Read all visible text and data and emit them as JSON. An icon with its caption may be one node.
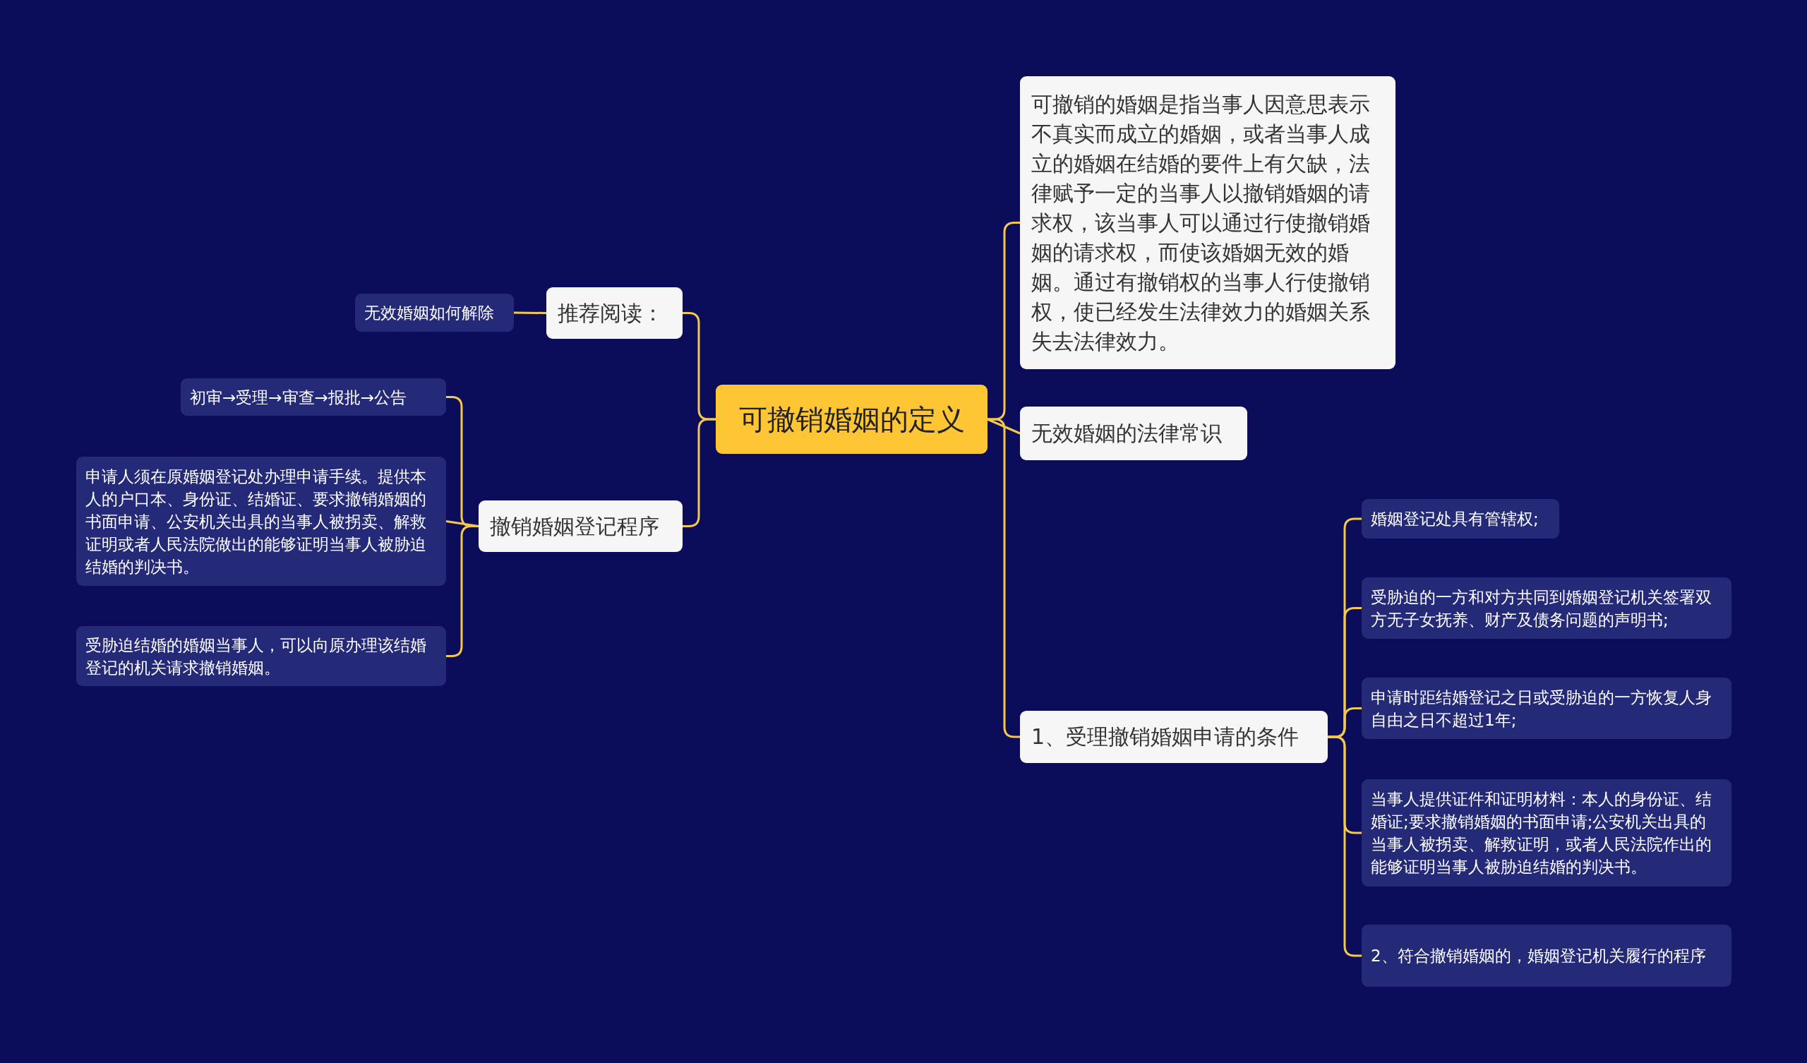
{
  "diagram": {
    "nodes": [
      {
        "text": [
          "可撤销婚姻的定义"
        ]
      },
      {
        "text": [
          "推荐阅读："
        ]
      },
      {
        "text": [
          "无效婚姻如何解除"
        ]
      },
      {
        "text": [
          "撤销婚姻登记程序"
        ]
      },
      {
        "text": [
          "初审→受理→审查→报批→公告"
        ]
      },
      {
        "text": [
          "申请人须在原婚姻登记处办理申请手续。提供本人的户口本、身份证、结婚证、要求撤销婚姻的书面申请、公安机关出具的当事人被拐卖、解救证明或者人民法院做出的能够证明当事人被胁迫结婚的判决书。"
        ]
      },
      {
        "text": [
          "受胁迫结婚的婚姻当事人，可以向原办理该结婚登记的机关请求撤销婚姻。"
        ]
      },
      {
        "text": [
          "可撤销的婚姻是指当事人因意思表示不真实而成立的婚姻，或者当事人成立的婚姻在结婚的要件上有欠缺，法律赋予一定的当事人以撤销婚姻的请求权，该当事人可以通过行使撤销婚姻的请求权，而使该婚姻无效的婚姻。通过有撤销权的当事人行使撤销权，使已经发生法律效力的婚姻关系失去法律效力。"
        ]
      },
      {
        "text": [
          "无效婚姻的法律常识"
        ]
      },
      {
        "text": [
          "1、受理撤销婚姻申请的条件"
        ]
      },
      {
        "text": [
          "婚姻登记处具有管辖权;"
        ]
      },
      {
        "text": [
          "受胁迫的一方和对方共同到婚姻登记机关签署双方无子女抚养、财产及债务问题的声明书;"
        ]
      },
      {
        "text": [
          "申请时距结婚登记之日或受胁迫的一方恢复人身自由之日不超过1年;"
        ]
      },
      {
        "text": [
          "当事人提供证件和证明材料：本人的身份证、结婚证;要求撤销婚姻的书面申请;公安机关出具的当事人被拐卖、解救证明，或者人民法院作出的能够证明当事人被胁迫结婚的判决书。"
        ]
      },
      {
        "text": [
          "2、符合撤销婚姻的，婚姻登记机关履行的程序"
        ]
      }
    ],
    "edges": [
      {
        "from": 0,
        "to": 1,
        "arrow": "none"
      },
      {
        "from": 0,
        "to": 3,
        "arrow": "none"
      },
      {
        "from": 0,
        "to": 7,
        "arrow": "none"
      },
      {
        "from": 0,
        "to": 8,
        "arrow": "none"
      },
      {
        "from": 0,
        "to": 9,
        "arrow": "none"
      },
      {
        "from": 1,
        "to": 2,
        "arrow": "none"
      },
      {
        "from": 3,
        "to": 4,
        "arrow": "none"
      },
      {
        "from": 3,
        "to": 5,
        "arrow": "none"
      },
      {
        "from": 3,
        "to": 6,
        "arrow": "none"
      },
      {
        "from": 9,
        "to": 10,
        "arrow": "none"
      },
      {
        "from": 9,
        "to": 11,
        "arrow": "none"
      },
      {
        "from": 9,
        "to": 12,
        "arrow": "none"
      },
      {
        "from": 9,
        "to": 13,
        "arrow": "none"
      },
      {
        "from": 9,
        "to": 14,
        "arrow": "none"
      }
    ]
  }
}
